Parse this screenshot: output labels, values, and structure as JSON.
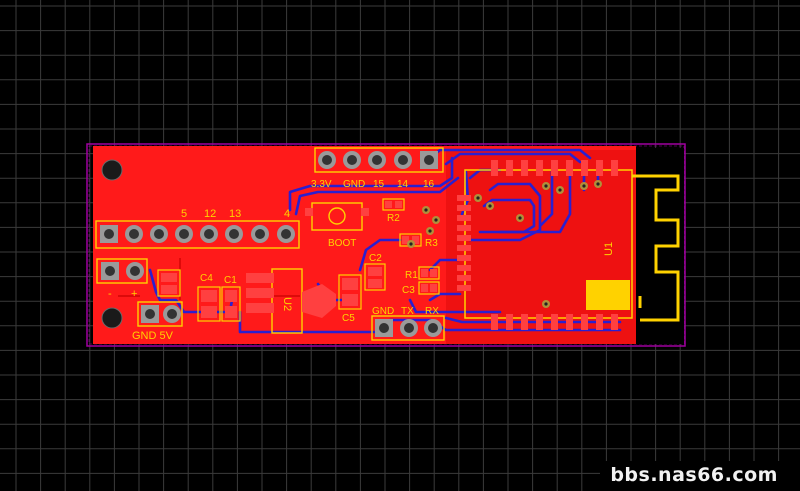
{
  "board": {
    "header_top": {
      "labels": [
        "3.3V",
        "GND",
        "15",
        "14",
        "16"
      ]
    },
    "header_left": {
      "labels": [
        "5",
        "12",
        "13",
        "4"
      ]
    },
    "power_header": {
      "polarity_minus": "-",
      "polarity_plus": "+",
      "label": "GND 5V"
    },
    "boot_button": {
      "label": "BOOT"
    },
    "uart_header": {
      "labels": [
        "GND",
        "TX",
        "RX"
      ]
    },
    "components": {
      "c1": "C1",
      "c2": "C2",
      "c3": "C3",
      "c4": "C4",
      "c5": "C5",
      "r1": "R1",
      "r2": "R2",
      "r3": "R3",
      "u1": "U1",
      "u2": "U2"
    },
    "colors": {
      "copper_top": "#ff1a1a",
      "copper_bottom": "#2a1fd0",
      "silkscreen": "#ffd200",
      "outline": "#a000a0",
      "grid": "#3b3b3b",
      "background": "#000000"
    }
  },
  "watermark": {
    "text": "bbs.nas66.com"
  }
}
